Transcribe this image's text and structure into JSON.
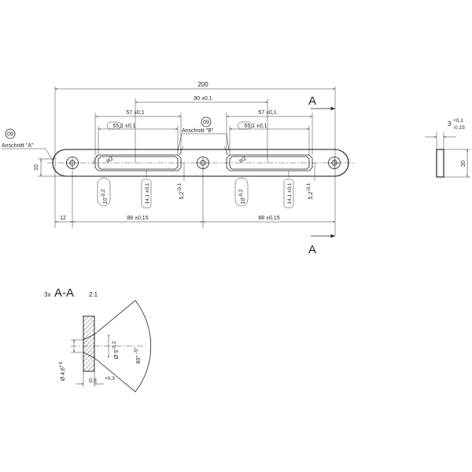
{
  "dims": {
    "overall": "200",
    "hole_spacing": "90 ±0,1",
    "slot_outer_left": "57 ±0,1",
    "slot_inner_left": "55,1 ±0,1",
    "slot_outer_right": "57 ±0,1",
    "slot_inner_right": "55,1 ±0,1",
    "edge": "12",
    "pitch_left": "88 ±0,15",
    "pitch_right": "88 ±0,15",
    "height_left": "10",
    "slot_w_left": "10",
    "slot_w_left_tol": "-0,2",
    "slot_w_right": "10",
    "slot_w_right_tol": "-0,2",
    "slot_h_left": "14,1 ±0,1",
    "slot_h_right": "14,1 ±0,1",
    "depth_left": "5,2",
    "depth_left_tol": "-0,1",
    "depth_right": "5,2",
    "depth_right_tol": "-0,1",
    "radius_left": "R2",
    "radius_right": "R2",
    "side_thickness": "3",
    "side_tol_upper": "+0,1",
    "side_tol_lower": "-0,15",
    "side_height": "20",
    "detail_dia": "Ø 9",
    "detail_dia_tol": "-0,2",
    "detail_angle": "80° ",
    "detail_angle_tol": "-5°",
    "detail_hole": "Ø 4,6",
    "detail_hole_tol": "+1",
    "detail_thk": "0,3",
    "detail_thk_tol": "+0,3"
  },
  "labels": {
    "section_top": "A",
    "section_bottom": "A",
    "callout_a_num": "09",
    "callout_a_text": "Anschnitt \"A\"",
    "callout_b_num": "09",
    "callout_b_text": "Anschnitt \"B\"",
    "section_prefix": "3x",
    "section_title": "A-A",
    "section_scale": "2:1"
  }
}
